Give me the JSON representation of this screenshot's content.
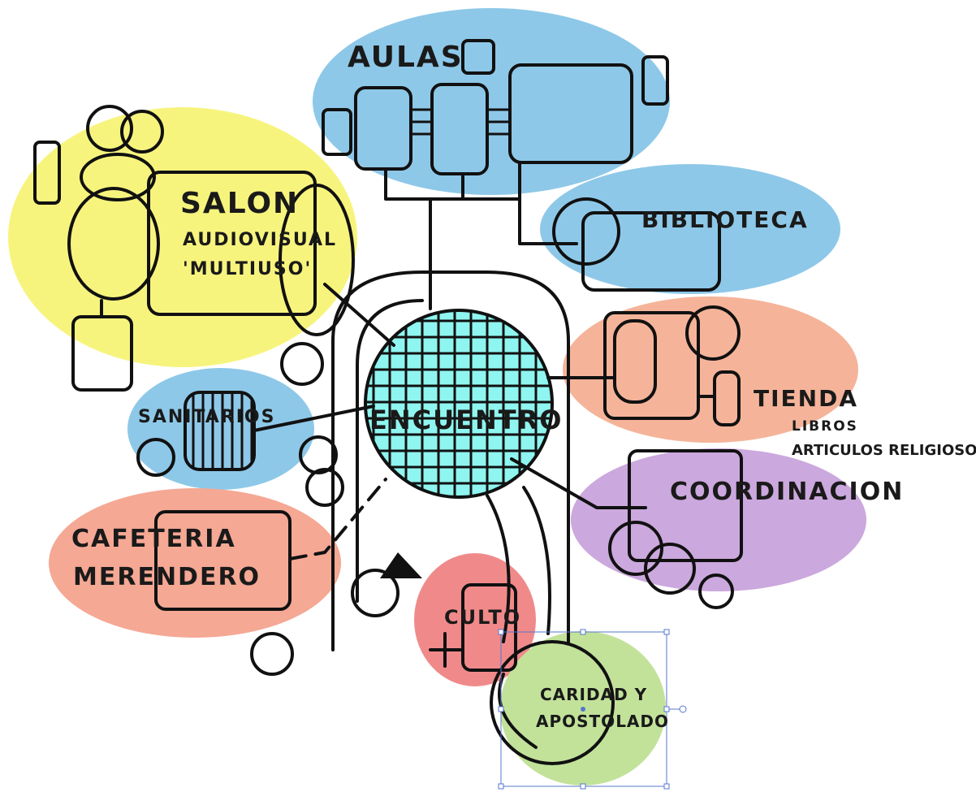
{
  "zones": {
    "aulas": {
      "label": "AULAS",
      "color": "#8ec8e8"
    },
    "biblioteca": {
      "label": "BIBLIOTECA",
      "color": "#8ec8e8"
    },
    "salon": {
      "line1": "SALON",
      "line2": "AUDIOVISUAL",
      "line3": "'MULTIUSO'",
      "color": "#f7f47e"
    },
    "sanitarios": {
      "label": "SANITARIOS",
      "color": "#8ec8e8"
    },
    "encuentro": {
      "label": "ENCUENTRO",
      "color": "#8ff5f0"
    },
    "tienda": {
      "label": "TIENDA",
      "sub1": "LIBROS",
      "sub2": "ARTICULOS RELIGIOSOS",
      "color": "#f5b49a"
    },
    "coordinacion": {
      "label": "COORDINACION",
      "color": "#cba8dd"
    },
    "cafeteria": {
      "line1": "CAFETERIA",
      "line2": "MERENDERO",
      "color": "#f5a894"
    },
    "culto": {
      "label": "CULTO",
      "color": "#f08a8a"
    },
    "caridad": {
      "line1": "CARIDAD Y",
      "line2": "APOSTOLADO",
      "color": "#c2e29a"
    }
  }
}
